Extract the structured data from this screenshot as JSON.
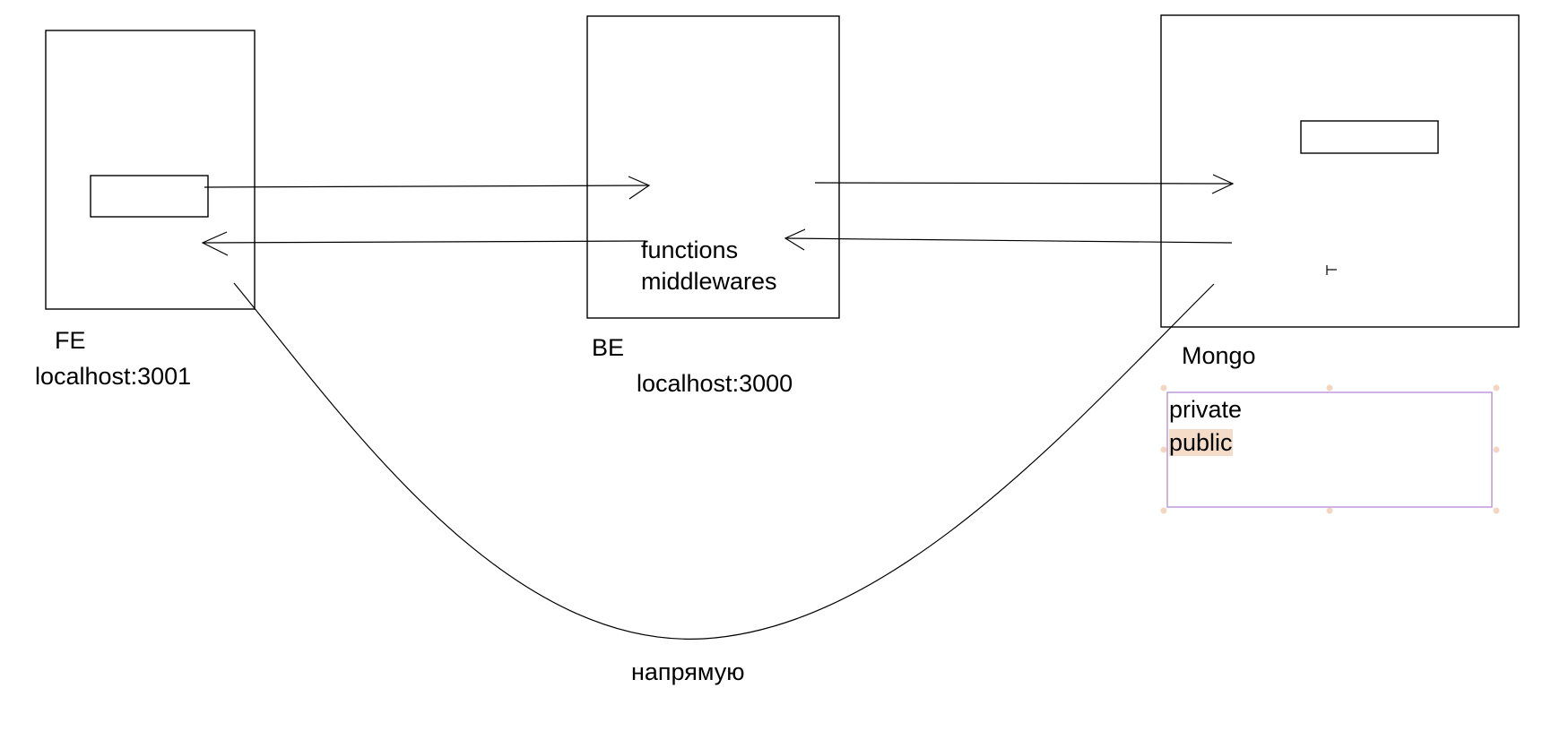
{
  "colors": {
    "stroke": "#000000",
    "selection": "#b48ad6",
    "selection_handle": "#f2d6c2",
    "highlight": "#f4dcc8",
    "background": "#ffffff"
  },
  "nodes": {
    "fe": {
      "name": "FE",
      "address": "localhost:3001"
    },
    "be": {
      "name": "BE",
      "address": "localhost:3000",
      "inner_line1": "functions",
      "inner_line2": "middlewares"
    },
    "mongo": {
      "name": "Mongo"
    }
  },
  "note": {
    "line1": "private",
    "line2": "public"
  },
  "curve_label": "напрямую",
  "cursor_icon": "crosshair-icon"
}
